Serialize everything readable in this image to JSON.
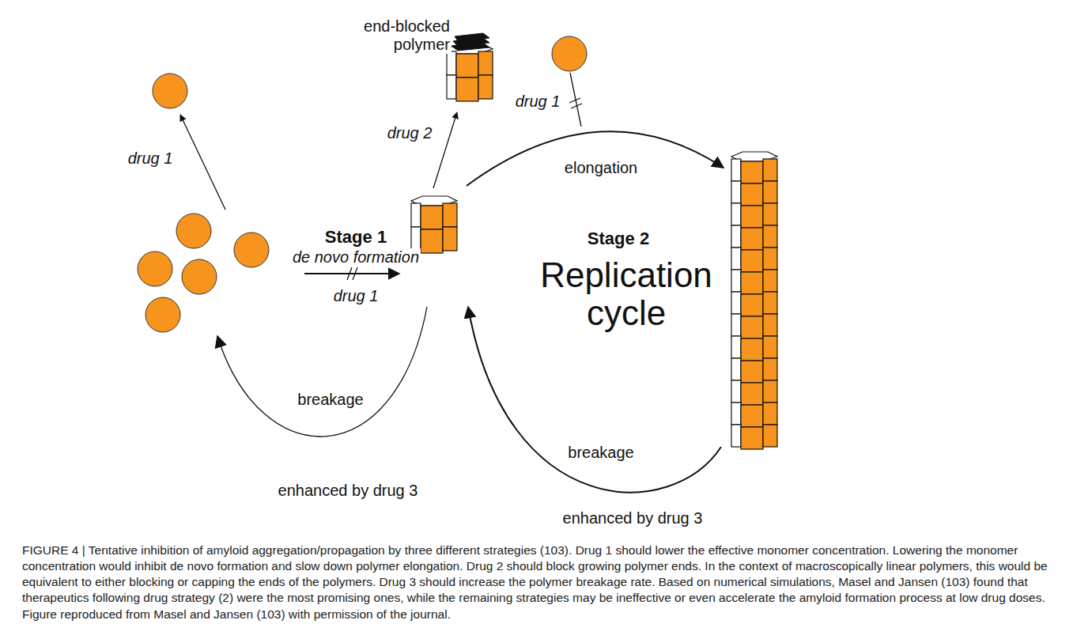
{
  "diagram": {
    "caption": "FIGURE 4 | Tentative inhibition of amyloid aggregation/propagation by three different strategies (103). Drug 1 should lower the effective monomer concentration. Lowering the monomer concentration would inhibit de novo formation and slow down polymer elongation. Drug 2 should block growing polymer ends. In the context of macroscopically linear polymers, this would be equivalent to either blocking or capping the ends of the polymers. Drug 3 should increase the polymer breakage rate. Based on numerical simulations, Masel and Jansen (103) found that therapeutics following drug strategy (2) were the most promising ones, while the remaining strategies may be ineffective or even accelerate the amyloid formation process at low drug doses. Figure reproduced from Masel and Jansen (103) with permission of the journal.",
    "labels": [
      "end-blocked polymer",
      "drug 1",
      "drug 2",
      "drug 1",
      "elongation",
      "Stage 1",
      "de novo formation",
      "drug 1",
      "Stage 2",
      "Replication cycle",
      "breakage",
      "breakage",
      "enhanced by drug 3",
      "enhanced by drug 3"
    ]
  }
}
